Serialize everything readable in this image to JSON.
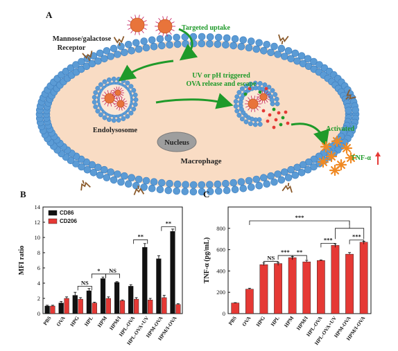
{
  "panel_a": {
    "label": "A",
    "targeted_uptake": "Targeted  uptake",
    "receptor_line1": "Mannose/galactose",
    "receptor_line2": "Receptor",
    "release_line1": "UV or pH triggered",
    "release_line2": "OVA release and escape",
    "endolysosome": "Endolysosome",
    "nucleus": "Nucleus",
    "macrophage": "Macrophage",
    "activated": "Activated",
    "tnf": "TNF-α",
    "colors": {
      "membrane": "#5b9bd5",
      "cytoplasm": "#f9dcc4",
      "arrow": "#1f9a2a",
      "particle": "#e8743b",
      "up_arrow": "#e53935"
    }
  },
  "panel_b": {
    "label": "B"
  },
  "panel_c": {
    "label": "C"
  },
  "chart_data": [
    {
      "type": "bar",
      "panel": "B",
      "categories": [
        "PBS",
        "OVA",
        "HPG",
        "HPL",
        "HPM",
        "HPM/I",
        "HPL-OVA",
        "HPL-OVA+UV",
        "HPM-OVA",
        "HPM/I-OVA"
      ],
      "series": [
        {
          "name": "CD86",
          "color": "#111111",
          "values": [
            1.0,
            1.4,
            2.4,
            3.0,
            4.6,
            4.1,
            3.6,
            8.7,
            7.2,
            10.8
          ],
          "errors": [
            0.1,
            0.2,
            0.4,
            0.3,
            0.2,
            0.1,
            0.2,
            0.5,
            0.4,
            0.3
          ]
        },
        {
          "name": "CD206",
          "color": "#e53935",
          "values": [
            1.0,
            2.0,
            1.9,
            1.4,
            2.0,
            1.7,
            1.9,
            1.8,
            2.1,
            1.2
          ],
          "errors": [
            0.1,
            0.2,
            0.2,
            0.1,
            0.2,
            0.1,
            0.2,
            0.2,
            0.3,
            0.1
          ]
        }
      ],
      "xlabel": "",
      "ylabel": "MFI ratio",
      "ylim": [
        0,
        14
      ],
      "yticks": [
        0,
        2,
        4,
        6,
        8,
        10,
        12,
        14
      ],
      "legend": "top-left",
      "significance": [
        {
          "text": "NS",
          "from": 2,
          "to": 3
        },
        {
          "text": "*",
          "from": 3,
          "to": 4
        },
        {
          "text": "NS",
          "from": 4,
          "to": 5
        },
        {
          "text": "**",
          "from": 6,
          "to": 7
        },
        {
          "text": "**",
          "from": 8,
          "to": 9
        }
      ]
    },
    {
      "type": "bar",
      "panel": "C",
      "categories": [
        "PBS",
        "OVA",
        "HPG",
        "HPL",
        "HPM",
        "HPM/I",
        "HPL-OVA",
        "HPL-OVA+UV",
        "HPM-OVA",
        "HPM/I-OVA"
      ],
      "series": [
        {
          "name": "",
          "color": "#e53935",
          "values": [
            100,
            230,
            460,
            470,
            525,
            485,
            498,
            640,
            558,
            670
          ],
          "errors": [
            3,
            8,
            15,
            10,
            10,
            15,
            5,
            15,
            15,
            8
          ]
        }
      ],
      "xlabel": "",
      "ylabel": "TNF-α (pg/mL)",
      "ylim": [
        0,
        1000
      ],
      "yticks": [
        0,
        200,
        400,
        600,
        800
      ],
      "significance": [
        {
          "text": "NS",
          "from": 2,
          "to": 3
        },
        {
          "text": "***",
          "from": 3,
          "to": 4
        },
        {
          "text": "**",
          "from": 4,
          "to": 5
        },
        {
          "text": "***",
          "from": 6,
          "to": 7
        },
        {
          "text": "***",
          "from": 8,
          "to": 9
        },
        {
          "text": "***",
          "from": 1,
          "to": 8
        }
      ]
    }
  ]
}
